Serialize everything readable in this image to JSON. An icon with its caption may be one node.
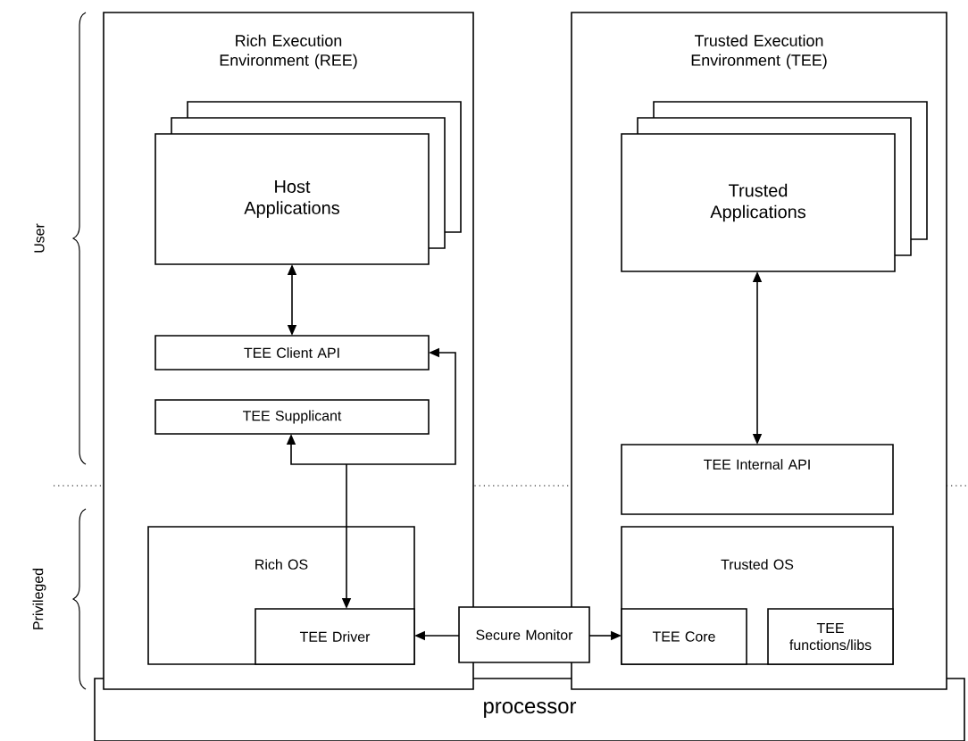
{
  "diagram": {
    "nodes": [
      {
        "text": [
          "Rich Execution Environment (REE)"
        ]
      },
      {
        "text": [
          "Trusted Execution Environment (TEE)"
        ]
      },
      {
        "text": [
          "Host Applications"
        ],
        "in": 0
      },
      {
        "text": [
          "TEE Client API"
        ],
        "in": 0
      },
      {
        "text": [
          "TEE Supplicant"
        ],
        "in": 0
      },
      {
        "text": [
          "Rich OS"
        ],
        "in": 0
      },
      {
        "text": [
          "TEE Driver"
        ],
        "in": 5
      },
      {
        "text": [
          "Trusted Applications"
        ],
        "in": 1
      },
      {
        "text": [
          "TEE Internal API"
        ],
        "in": 1
      },
      {
        "text": [
          "Trusted OS"
        ],
        "in": 1
      },
      {
        "text": [
          "TEE Core"
        ],
        "in": 9
      },
      {
        "text": [
          "TEE functions/libs"
        ],
        "in": 9
      },
      {
        "text": [
          "Secure Monitor"
        ]
      },
      {
        "text": [
          "processor"
        ]
      }
    ],
    "edges": [
      {
        "from": 2,
        "to": 3,
        "arrow": "both"
      },
      {
        "from": 6,
        "to": 4,
        "arrow": "both"
      },
      {
        "from": 6,
        "to": 3,
        "arrow": "both"
      },
      {
        "from": 7,
        "to": 8,
        "arrow": "both"
      },
      {
        "from": 12,
        "to": 6,
        "arrow": "to"
      },
      {
        "from": 12,
        "to": 10,
        "arrow": "to"
      }
    ],
    "labels": [
      "User",
      "Privileged"
    ]
  }
}
